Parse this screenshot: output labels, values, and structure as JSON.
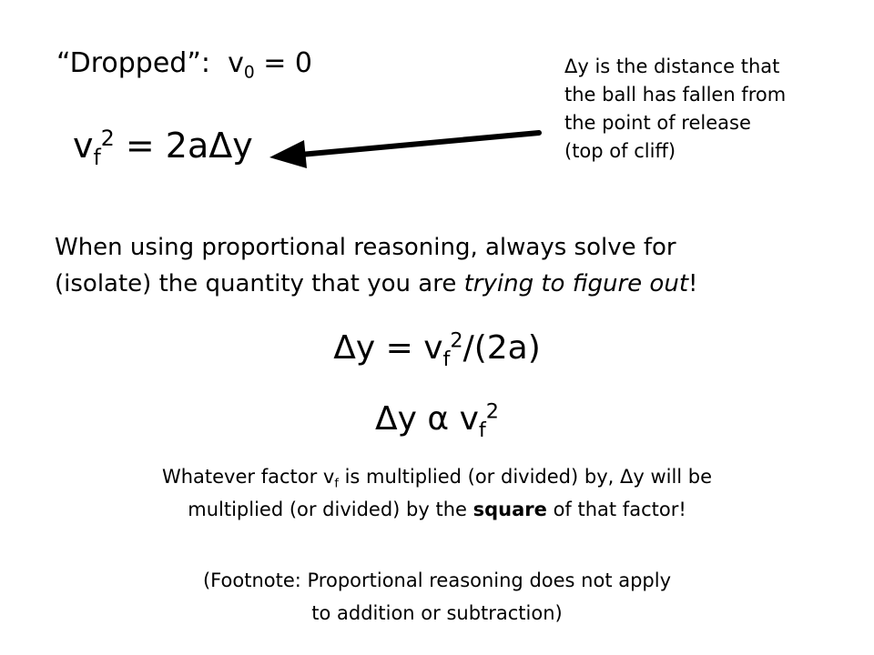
{
  "header": {
    "dropped_label": "“Dropped”:",
    "v0_var": "v",
    "v0_sub": "0",
    "v0_value": " = 0"
  },
  "equation1": {
    "var": "v",
    "sub": "f",
    "sup": "2",
    "rhs": " = 2aΔy"
  },
  "annotation": {
    "lines": [
      "Δy is the distance that",
      "the ball has fallen from",
      "the point of release",
      "(top of cliff)"
    ]
  },
  "reasoning": {
    "line1": "When using proportional reasoning, always solve for",
    "line2_start": "(isolate) the quantity that you are ",
    "line2_italic": "trying to figure out",
    "line2_end": "!"
  },
  "equation2": {
    "lhs": "Δy = v",
    "sub": "f",
    "sup": "2",
    "rhs": "/(2a)"
  },
  "equation3": {
    "lhs": "Δy α v",
    "sub": "f",
    "sup": "2"
  },
  "factor_note": {
    "line1_start": "Whatever factor v",
    "line1_sub": "f",
    "line1_end": " is multiplied (or divided) by, Δy will be",
    "line2_start": "multiplied (or divided) by the ",
    "line2_bold": "square",
    "line2_end": " of that factor!"
  },
  "footnote": {
    "line1": "(Footnote: Proportional reasoning does not apply",
    "line2": "to addition or subtraction)"
  }
}
